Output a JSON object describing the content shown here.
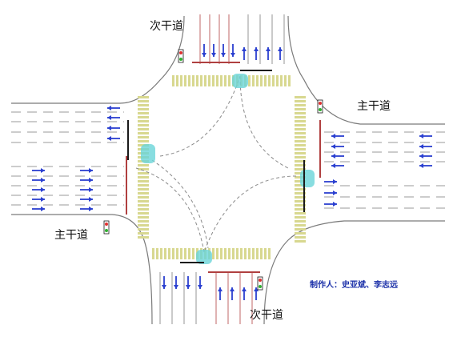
{
  "labels": {
    "north": "次干道",
    "east": "主干道",
    "west": "主干道",
    "south": "次干道"
  },
  "credit": "制作人：史亚斌、李志远",
  "colors": {
    "road_edge": "#7a7a7a",
    "lane_line": "#7a7a7a",
    "arrow": "#2a3fd0",
    "stop_line": "#b04040",
    "crosswalk": "#d8d890",
    "refuge": "#6ad4d8",
    "pole": "#1a1a1a",
    "path": "#8a8a8a",
    "credit": "#1a2fa8"
  },
  "icons": {
    "arrow": "straight-arrow-icon",
    "signal": "traffic-light-icon",
    "pole": "signal-pole-icon"
  }
}
